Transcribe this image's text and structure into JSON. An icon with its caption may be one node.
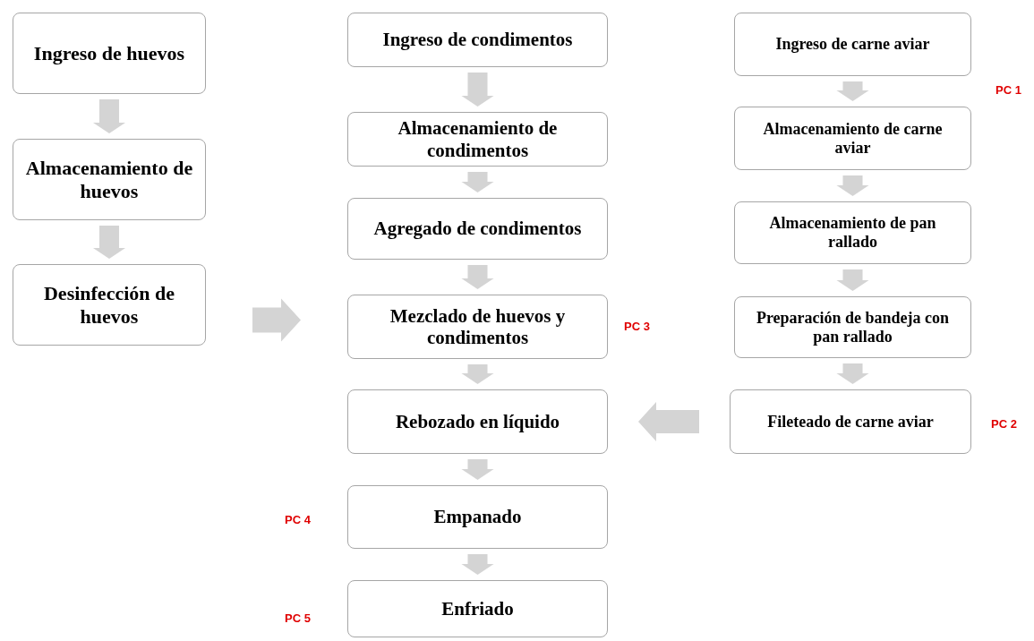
{
  "diagram": {
    "nodes": [
      {
        "text": [
          "Ingreso de huevos"
        ]
      },
      {
        "text": [
          "Almacenamiento de huevos"
        ]
      },
      {
        "text": [
          "Desinfección de huevos"
        ]
      },
      {
        "text": [
          "Ingreso de condimentos"
        ]
      },
      {
        "text": [
          "Almacenamiento de condimentos"
        ]
      },
      {
        "text": [
          "Agregado de condimentos"
        ]
      },
      {
        "text": [
          "Mezclado de huevos y condimentos"
        ]
      },
      {
        "text": [
          "Rebozado en líquido"
        ]
      },
      {
        "text": [
          "Empanado"
        ]
      },
      {
        "text": [
          "Enfriado"
        ]
      },
      {
        "text": [
          "Ingreso de carne aviar"
        ]
      },
      {
        "text": [
          "Almacenamiento de carne aviar"
        ]
      },
      {
        "text": [
          "Almacenamiento de pan rallado"
        ]
      },
      {
        "text": [
          "Preparación de bandeja con pan rallado"
        ]
      },
      {
        "text": [
          "Fileteado de carne aviar"
        ]
      }
    ],
    "edges": [
      {
        "from": 0,
        "to": 1,
        "arrow": "to"
      },
      {
        "from": 1,
        "to": 2,
        "arrow": "to"
      },
      {
        "from": 2,
        "to": 6,
        "arrow": "to"
      },
      {
        "from": 3,
        "to": 4,
        "arrow": "to"
      },
      {
        "from": 4,
        "to": 5,
        "arrow": "to"
      },
      {
        "from": 5,
        "to": 6,
        "arrow": "to"
      },
      {
        "from": 6,
        "to": 7,
        "arrow": "to"
      },
      {
        "from": 7,
        "to": 8,
        "arrow": "to"
      },
      {
        "from": 8,
        "to": 9,
        "arrow": "to"
      },
      {
        "from": 10,
        "to": 11,
        "arrow": "to"
      },
      {
        "from": 11,
        "to": 12,
        "arrow": "to"
      },
      {
        "from": 12,
        "to": 13,
        "arrow": "to"
      },
      {
        "from": 13,
        "to": 14,
        "arrow": "to"
      },
      {
        "from": 14,
        "to": 7,
        "arrow": "to"
      }
    ],
    "labels": [
      "PC 1",
      "PC 3",
      "PC 2",
      "PC 4",
      "PC 5"
    ]
  }
}
